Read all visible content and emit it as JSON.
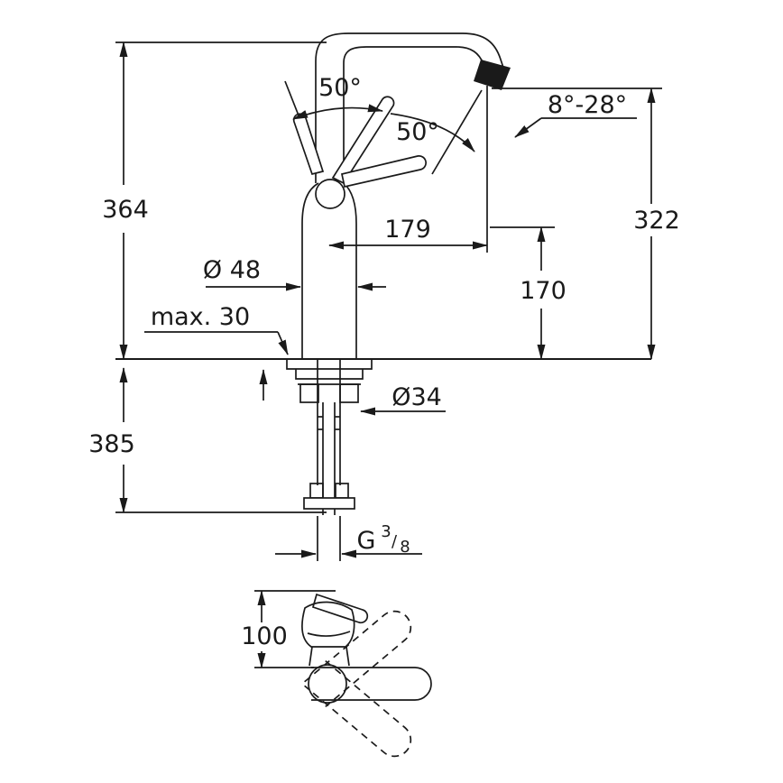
{
  "colors": {
    "ink": "#1a1a1a",
    "background": "#ffffff"
  },
  "dimensions": {
    "total_height": "364",
    "below_deck_height": "385",
    "spout_height": "322",
    "spout_reach": "179",
    "outlet_clearance": "170",
    "body_diameter": "Ø 48",
    "max_deck_thickness": "max. 30",
    "mounting_hole_diameter": "Ø34",
    "side_view_offset": "100"
  },
  "thread": {
    "prefix": "G",
    "numerator": "3",
    "slash": "/",
    "denominator": "8"
  },
  "angles": {
    "lever_swivel": "50°",
    "spout_swivel": "50°",
    "aerator_range": "8°-28°"
  }
}
